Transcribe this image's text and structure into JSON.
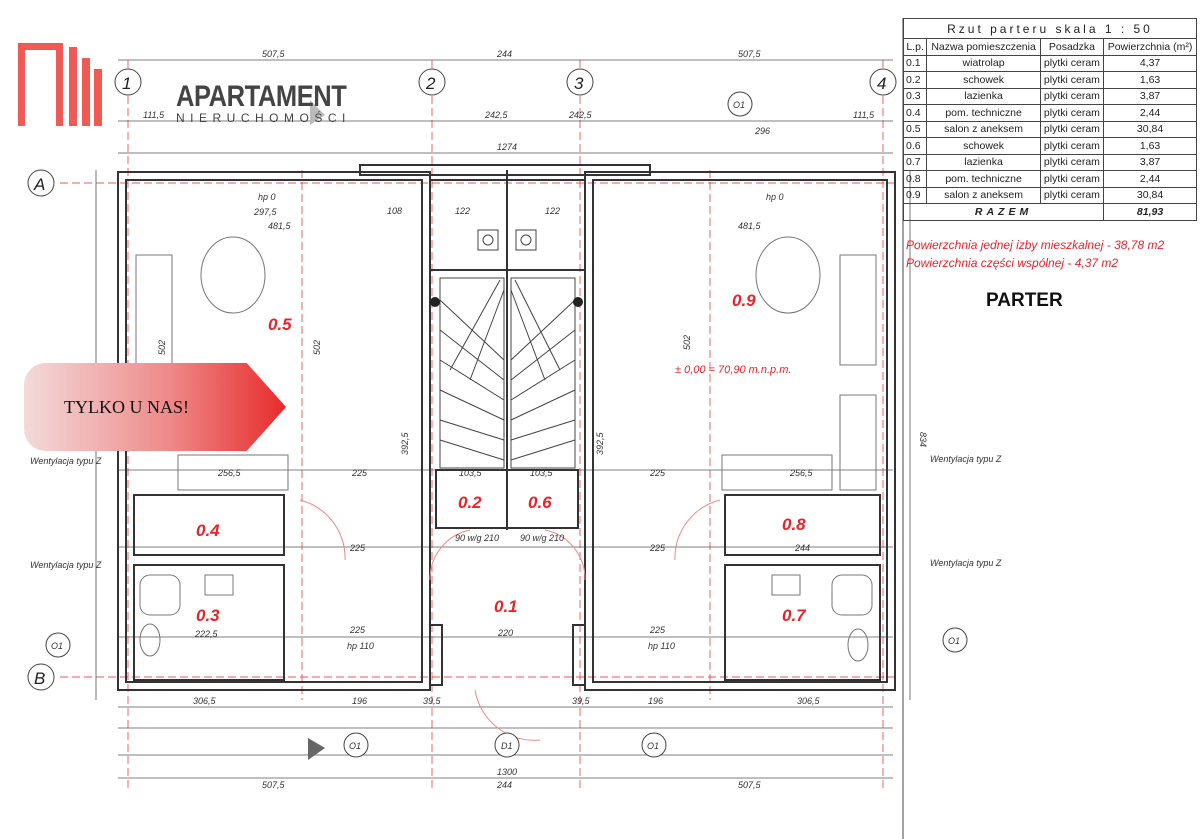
{
  "logo": {
    "name": "APARTAMENT",
    "subtitle": "NIERUCHOMOŚCI"
  },
  "promo_label": "TYLKO U NAS!",
  "sheet_label": "PARTER",
  "table": {
    "title": "Rzut parteru   skala 1 : 50",
    "headers": [
      "L.p.",
      "Nazwa pomieszczenia",
      "Posadzka",
      "Powierzchnia (m²)"
    ],
    "rows": [
      [
        "0.1",
        "wiatrolap",
        "plytki ceram",
        "4,37"
      ],
      [
        "0.2",
        "schowek",
        "plytki ceram",
        "1,63"
      ],
      [
        "0.3",
        "lazienka",
        "plytki ceram",
        "3,87"
      ],
      [
        "0.4",
        "pom. techniczne",
        "plytki ceram",
        "2,44"
      ],
      [
        "0.5",
        "salon z aneksem",
        "plytki ceram",
        "30,84"
      ],
      [
        "0.6",
        "schowek",
        "plytki ceram",
        "1,63"
      ],
      [
        "0.7",
        "lazienka",
        "plytki ceram",
        "3,87"
      ],
      [
        "0.8",
        "pom. techniczne",
        "plytki ceram",
        "2,44"
      ],
      [
        "0.9",
        "salon z aneksem",
        "plytki ceram",
        "30,84"
      ]
    ],
    "total_label": "RAZEM",
    "total_value": "81,93"
  },
  "notes": {
    "living_area": "Powierzchnia jednej izby mieszkalnej -  38,78 m2",
    "common_area": "Powierzchnia części wspólnej           - 4,37 m2"
  },
  "plan": {
    "axes": {
      "a1": "1",
      "a2": "2",
      "a3": "3",
      "a4": "4",
      "aA": "A",
      "aB": "B"
    },
    "rooms": {
      "r01": "0.1",
      "r02": "0.2",
      "r03": "0.3",
      "r04": "0.4",
      "r05": "0.5",
      "r06": "0.6",
      "r07": "0.7",
      "r08": "0.8",
      "r09": "0.9"
    },
    "level_mark": "± 0,00 = 70,90 m.n.p.m.",
    "dims": {
      "top_l": "507,5",
      "top_m": "244",
      "top_r": "507,5",
      "t2_l": "111,5",
      "t2_ml": "242,5",
      "t2_mr": "242,5",
      "t2_r": "111,5",
      "overall_top": "1274",
      "overall_bot": "1300",
      "w_l": "481,5",
      "w_r": "481,5",
      "w_108": "108",
      "w_122a": "122",
      "w_122b": "122",
      "hp0_l": "hp 0",
      "hp0_r": "hp 0",
      "d2975": "297,5",
      "d296": "296",
      "d225a": "225",
      "d225b": "225",
      "d225c": "225",
      "d225d": "225",
      "d225e": "225",
      "d225f": "225",
      "d2565l": "256,5",
      "d2565r": "256,5",
      "d2225": "222,5",
      "d244": "244",
      "d220": "220",
      "hp110l": "hp 110",
      "hp110r": "hp 110",
      "b3065l": "306,5",
      "b3065r": "306,5",
      "b196l": "196",
      "b196r": "196",
      "b395l": "39,5",
      "b395r": "39,5",
      "b5075l": "507,5",
      "b5075r": "507,5",
      "b244": "244",
      "h502l": "502",
      "h502m": "502",
      "h502r": "502",
      "h3925l": "392,5",
      "h3925r": "392,5",
      "h834": "834",
      "d1035l": "103,5",
      "d1035r": "103,5",
      "door_l": "90 w/g 210",
      "door_r": "90 w/g 210",
      "o1_l": "O1",
      "o1_m": "D1",
      "o1_r": "O1",
      "o1_top": "O1",
      "o1_left": "O1",
      "o1_right": "O1",
      "inst_1": "Wentylacja typu Z",
      "inst_2": "Wentylacja typu Z",
      "inst_3": "Wentylacja typu Z",
      "inst_4": "Wentylacja typu Z"
    }
  },
  "colors": {
    "brand_red": "#e8232a",
    "ink": "#333333"
  }
}
